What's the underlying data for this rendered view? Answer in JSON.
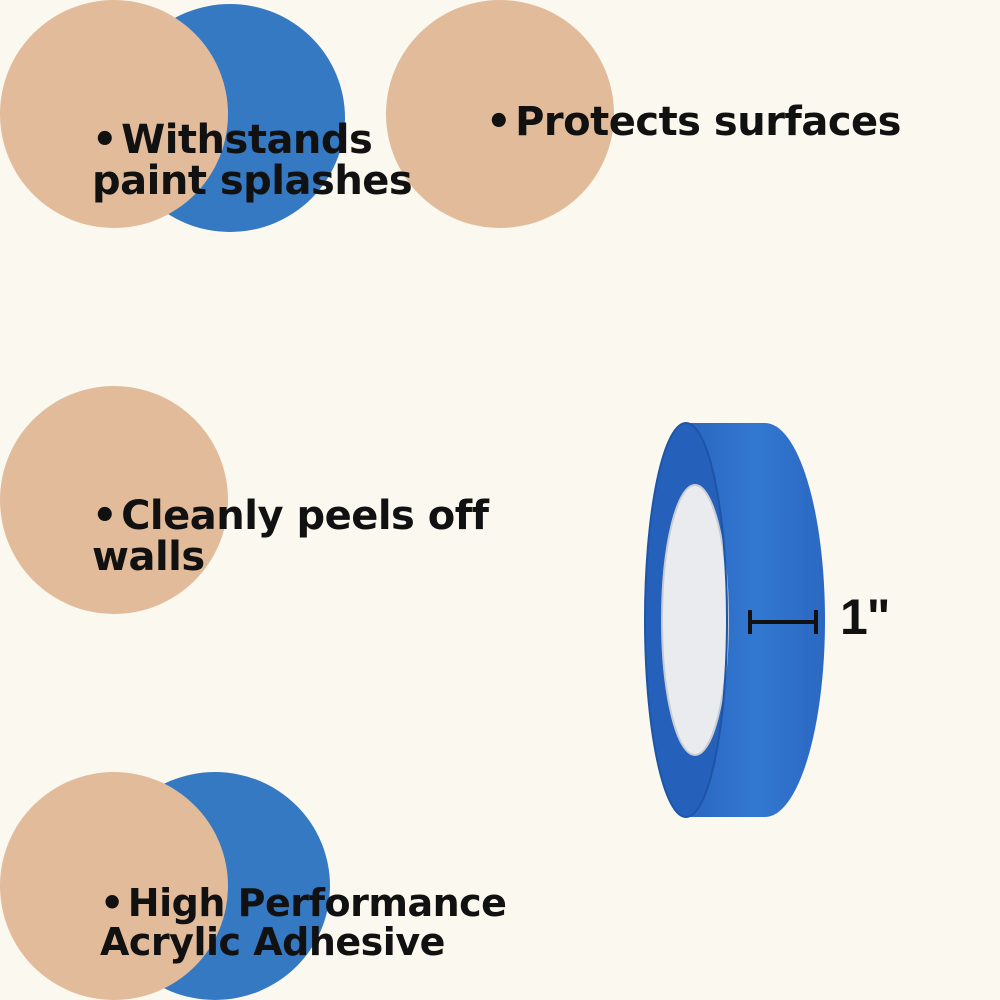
{
  "colors": {
    "background": "#faf8ef",
    "tan": "#e2bb9a",
    "blue": "#3579c3",
    "tape_blue": "#2f6ec9",
    "tape_edge": "#1d55a8",
    "core": "#e9ebee",
    "text": "#111111"
  },
  "features": [
    {
      "bullet": "•",
      "lines": [
        "Withstands",
        "paint splashes"
      ]
    },
    {
      "bullet": "•",
      "lines": [
        "Protects surfaces"
      ]
    },
    {
      "bullet": "•",
      "lines": [
        "Cleanly peels off",
        "walls"
      ]
    },
    {
      "bullet": "•",
      "lines": [
        "High Performance",
        "Acrylic Adhesive"
      ]
    }
  ],
  "product": {
    "icon": "tape-roll-icon",
    "width_label": "1\""
  }
}
